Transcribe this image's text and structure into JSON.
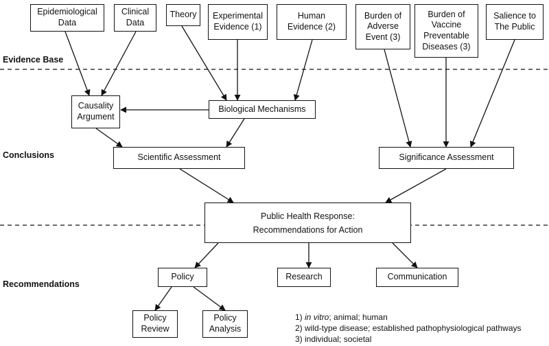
{
  "sections": {
    "evidence_base": "Evidence  Base",
    "conclusions": "Conclusions",
    "recommendations": "Recommendations"
  },
  "evidence": {
    "epidemiological": "Epidemiological\nData",
    "clinical": "Clinical\nData",
    "theory": "Theory",
    "experimental": "Experimental\nEvidence (1)",
    "human": "Human\nEvidence (2)",
    "burden_adverse": "Burden of\nAdverse\nEvent (3)",
    "burden_vpd": "Burden of\nVaccine\nPreventable\nDiseases (3)",
    "salience": "Salience to\nThe Public"
  },
  "conclusions": {
    "causality": "Causality\nArgument",
    "biological": "Biological Mechanisms",
    "scientific": "Scientific Assessment",
    "significance": "Significance Assessment"
  },
  "response": "Public Health Response:\nRecommendations for Action",
  "recommendations": {
    "policy": "Policy",
    "research": "Research",
    "communication": "Communication",
    "policy_review": "Policy\nReview",
    "policy_analysis": "Policy\nAnalysis"
  },
  "footnotes": {
    "note1_prefix": "1) ",
    "note1_italic": "in vitro",
    "note1_rest": "; animal; human",
    "note2": "2) wild-type disease; established pathophysiological pathways",
    "note3": "3) individual; societal"
  }
}
